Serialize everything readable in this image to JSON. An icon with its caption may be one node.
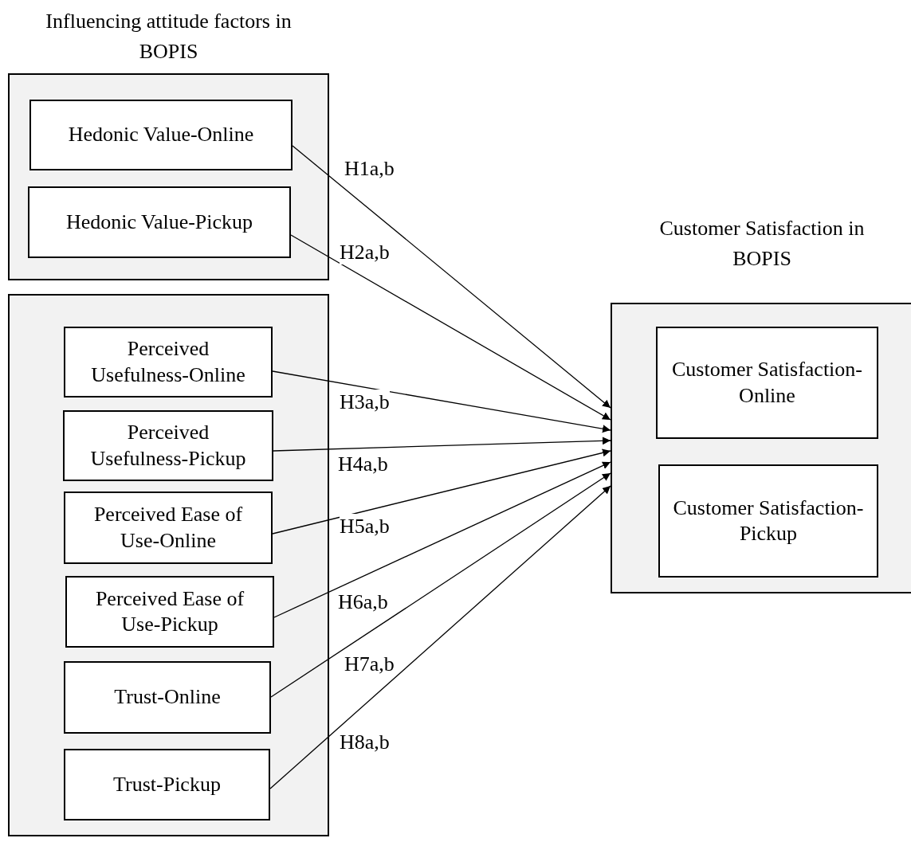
{
  "diagram": {
    "nodes": [
      {
        "text": [
          "Influencing attitude factors in BOPIS"
        ]
      },
      {
        "text": [
          "Hedonic Value-Online"
        ],
        "in": 0
      },
      {
        "text": [
          "Hedonic Value-Pickup"
        ],
        "in": 0
      },
      {
        "text": [],
        "shape": "box"
      },
      {
        "text": [
          "Perceived Usefulness-Online"
        ],
        "in": 3
      },
      {
        "text": [
          "Perceived Usefulness-Pickup"
        ],
        "in": 3
      },
      {
        "text": [
          "Perceived Ease of Use-Online"
        ],
        "in": 3
      },
      {
        "text": [
          "Perceived Ease of Use-Pickup"
        ],
        "in": 3
      },
      {
        "text": [
          "Trust-Online"
        ],
        "in": 3
      },
      {
        "text": [
          "Trust-Pickup"
        ],
        "in": 3
      },
      {
        "text": [
          "Customer Satisfaction in BOPIS"
        ]
      },
      {
        "text": [
          "Customer Satisfaction-Online"
        ],
        "in": 10
      },
      {
        "text": [
          "Customer Satisfaction-Pickup"
        ],
        "in": 10
      }
    ],
    "edges": [
      {
        "from": 1,
        "to": 10,
        "arrow": "to",
        "label": "H1a,b"
      },
      {
        "from": 2,
        "to": 10,
        "arrow": "to",
        "label": "H2a,b"
      },
      {
        "from": 4,
        "to": 10,
        "arrow": "to",
        "label": "H3a,b"
      },
      {
        "from": 5,
        "to": 10,
        "arrow": "to",
        "label": "H4a,b"
      },
      {
        "from": 6,
        "to": 10,
        "arrow": "to",
        "label": "H5a,b"
      },
      {
        "from": 7,
        "to": 10,
        "arrow": "to",
        "label": "H6a,b"
      },
      {
        "from": 8,
        "to": 10,
        "arrow": "to",
        "label": "H7a,b"
      },
      {
        "from": 9,
        "to": 10,
        "arrow": "to",
        "label": "H8a,b"
      }
    ]
  }
}
